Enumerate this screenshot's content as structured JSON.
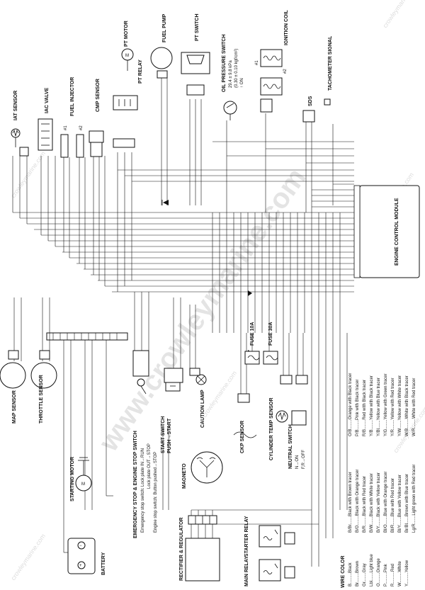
{
  "watermark": {
    "main": "www.crowleymarine.com",
    "small": "crowleymarine.com"
  },
  "components": {
    "iat_sensor": "IAT SENSOR",
    "iac_valve": "IAC VALVE",
    "fuel_injector": "FUEL INJECTOR",
    "inj1": "#1",
    "inj2": "#2",
    "cmp_sensor": "CMP SENSOR",
    "pt_motor": "PT MOTOR",
    "pt_relay": "PT RELAY",
    "fuel_pump": "FUEL PUMP",
    "pt_switch": "PT SWITCH",
    "oil_pressure_switch": "OIL PRESSURE SWITCH",
    "oil_pressure_line1": "29.4 ± 9.8 kPa",
    "oil_pressure_line2": "(0.30 ± 0.10 kgf/cm²)",
    "oil_pressure_line3": "↑ ON",
    "ignition_coil": "IGNITION COIL",
    "coil1": "#1",
    "coil2": "#2",
    "sds": "SDS",
    "tachometer_signal": "TACHOMETER SIGNAL",
    "ecm": "ENGINE CONTROL MODULE",
    "map_sensor": "MAP SENSOR",
    "throttle_sensor": "THROTTLE SENSOR",
    "fuse_10a": "FUSE 10A",
    "fuse_30a": "FUSE 30A",
    "caution_lamp": "CAUTION LAMP",
    "ckp_sensor": "CKP SENSOR",
    "cylinder_temp_sensor": "CYLINDER TEMP SENSOR",
    "neutral_switch": "NEUTRAL SWITCH",
    "neutral_on": "N→ON",
    "neutral_off": "F,R→OFF",
    "starting_motor": "STARTING MOTOR",
    "magneto": "MAGNETO",
    "battery": "BATTERY",
    "rectifier": "RECTIFIER & REGULATOR",
    "starter_relay": "STARTER RELAY",
    "main_relay": "MAIN RELAY",
    "stop_switch_title": "EMERGENCY STOP & ENGINE STOP SWITCH",
    "stop_line1": "Emergency stop switch: Lock plate IN→RUN",
    "stop_line2": "Lock plate OUT→STOP",
    "stop_line3": "Engine stop switch: Button pushed→STOP",
    "start_switch_title": "START SWITCH",
    "start_switch_line": "PUSH→START"
  },
  "legend": {
    "title": "WIRE COLOR",
    "col1": [
      "B.........Black",
      "Br........Brown",
      "Gr........Gray",
      "Lbl.......Light blue",
      "O.........Orange",
      "P..........Pink",
      "R..........Red",
      "W.........White",
      "Y..........Yellow"
    ],
    "col2": [
      "B/Br.......Black with Brown tracer",
      "B/O........Black with Orange tracer",
      "B/R........Black with Red tracer",
      "B/W.......Black with White tracer",
      "B/Y........Black with Yellow tracer",
      "Bl/O.......Blue with Orange tracer",
      "Bl/R.......Blue with Red tracer",
      "Bl/Y.......Blue with Yellow tracer",
      "Br/Bl......Brown with Blue tracer",
      "Lg/R.......Light green with Red tracer"
    ],
    "col3": [
      "O/B........Orange with Black tracer",
      "P/B........Pink with Black tracer",
      "R/B........Red with Black tracer",
      "Y/B........Yellow with Black tracer",
      "Y/Bl.......Yellow with Blue tracer",
      "Y/G........Yellow with Green tracer",
      "Y/R........Yellow with Red tracer",
      "Y/W.......Yellow with White tracer",
      "W/B........White with Black tracer",
      "W/R........White with Red tracer"
    ]
  }
}
